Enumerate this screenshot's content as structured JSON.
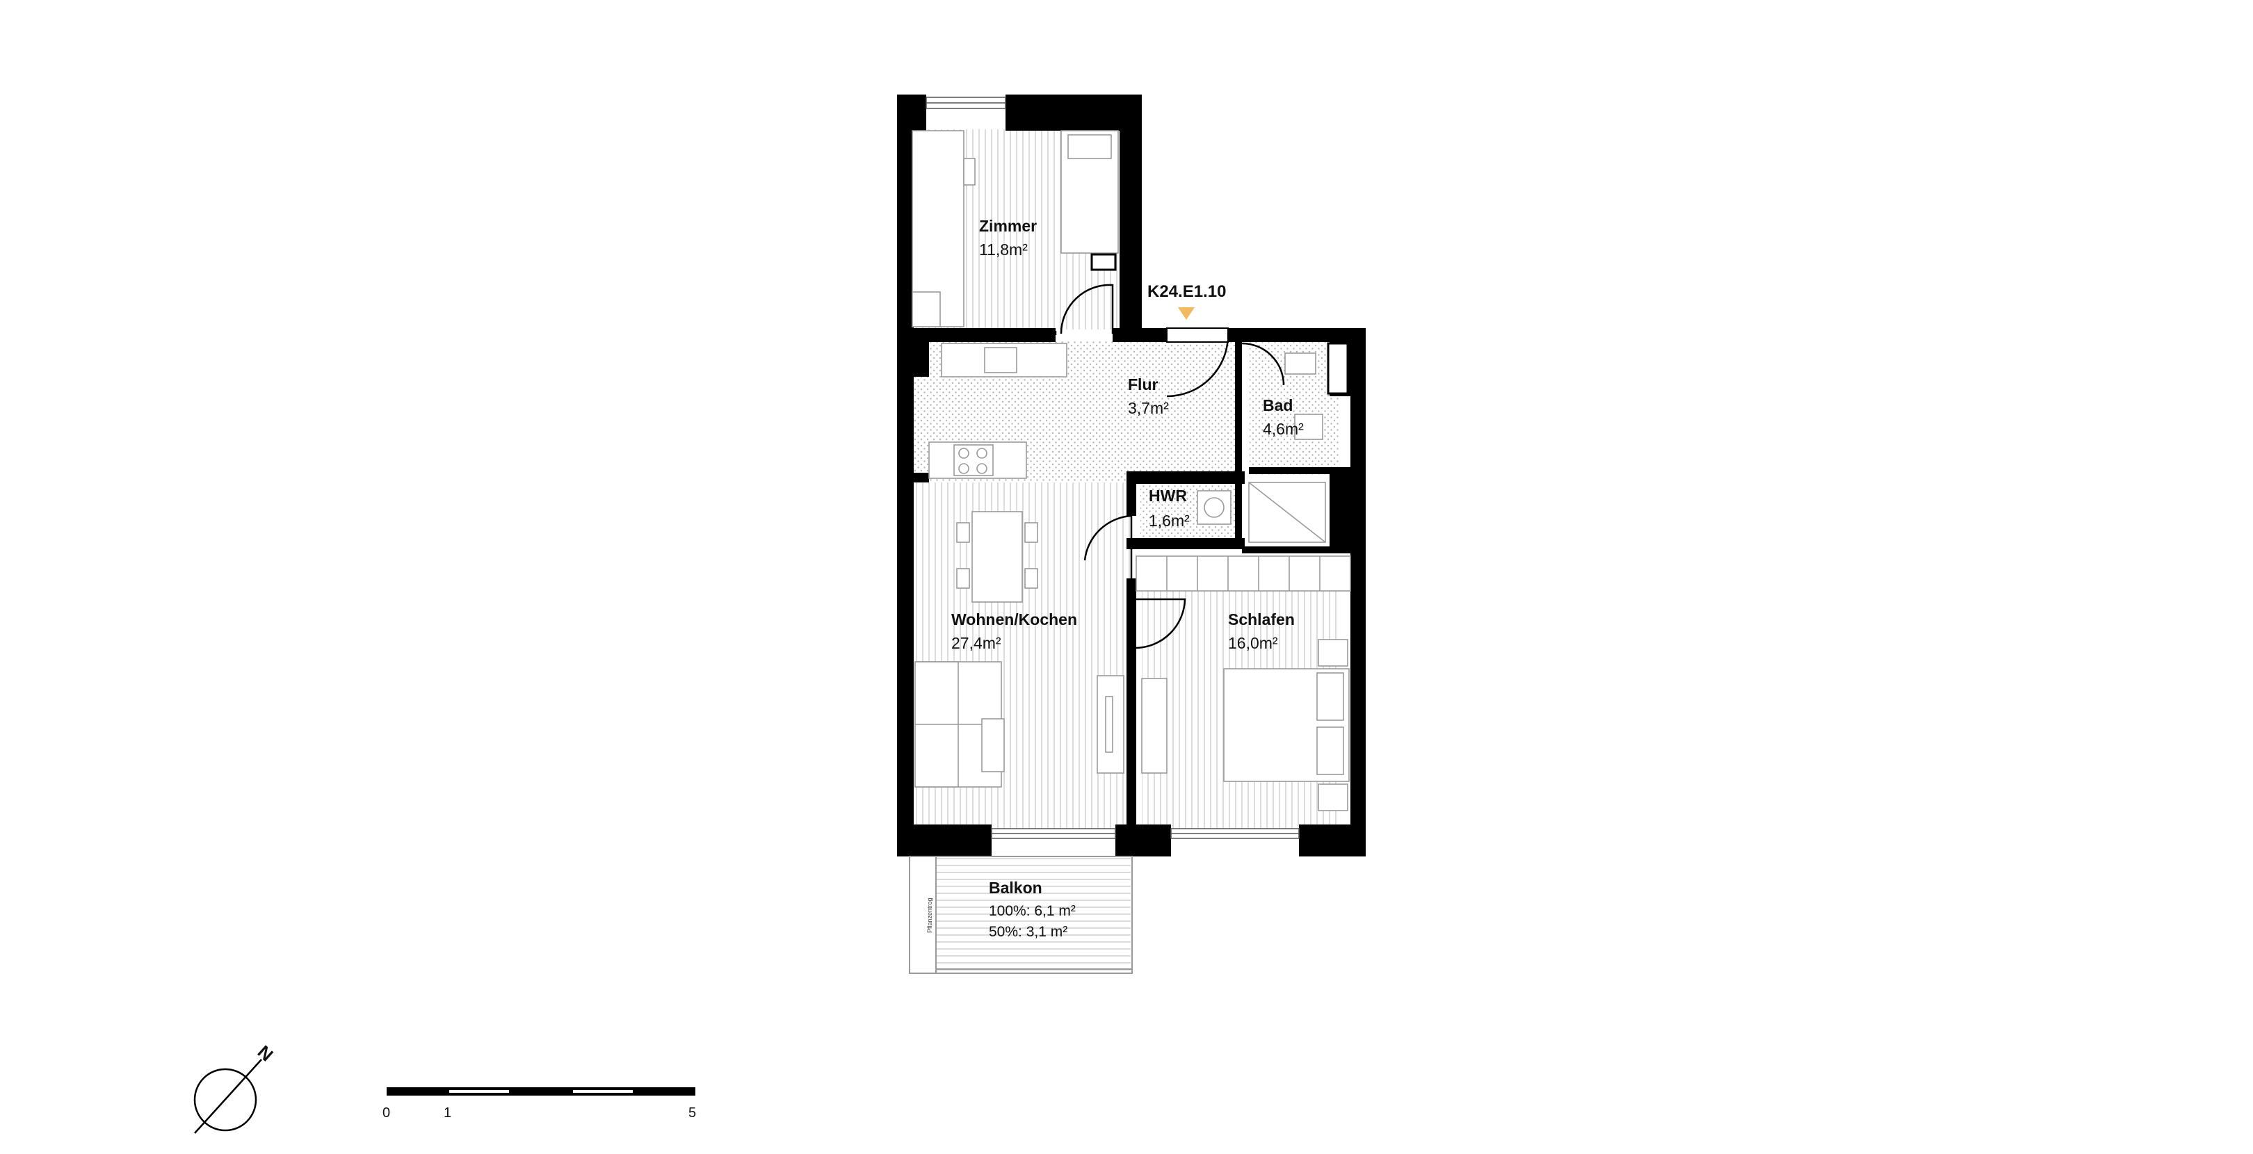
{
  "unit": {
    "id": "K24.E1.10"
  },
  "rooms": [
    {
      "key": "zimmer",
      "name": "Zimmer",
      "area": "11,8m²"
    },
    {
      "key": "flur",
      "name": "Flur",
      "area": "3,7m²"
    },
    {
      "key": "bad",
      "name": "Bad",
      "area": "4,6m²"
    },
    {
      "key": "hwr",
      "name": "HWR",
      "area": "1,6m²"
    },
    {
      "key": "wohnen",
      "name": "Wohnen/Kochen",
      "area": "27,4m²"
    },
    {
      "key": "schlafen",
      "name": "Schlafen",
      "area": "16,0m²"
    }
  ],
  "balcony": {
    "name": "Balkon",
    "full": "100%: 6,1 m²",
    "half": "50%: 3,1 m²",
    "planter": "Pflanzentrog"
  },
  "north": {
    "label": "N"
  },
  "scale": {
    "ticks": [
      "0",
      "1",
      "5"
    ]
  },
  "colors": {
    "wall": "#000000",
    "entrance_marker": "#f0b962",
    "hatch": "#bfbfbf"
  }
}
